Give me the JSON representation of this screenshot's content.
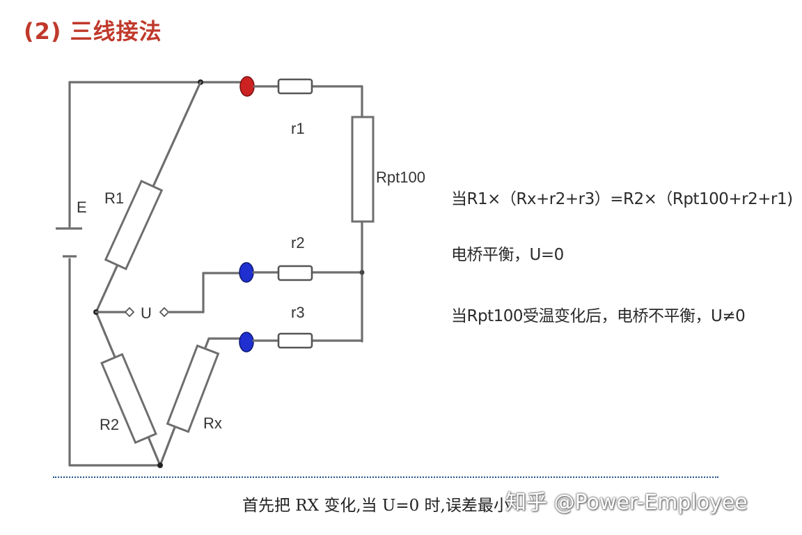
{
  "title": "(2)  三线接法",
  "labels": {
    "e": "E",
    "r1_big": "R1",
    "r2_big": "R2",
    "rx": "Rx",
    "u": "U",
    "r1": "r1",
    "r2": "r2",
    "r3": "r3",
    "rpt": "Rpt100"
  },
  "notes": [
    "当R1×（Rx+r2+r3）=R2×（Rpt100+r2+r1)",
    "电桥平衡，U=0",
    "当Rpt100受温变化后，电桥不平衡，U≠0"
  ],
  "caption": "首先把 RX 变化,当 U=0 时,误差最小",
  "watermark": "知乎 @Power-Employee",
  "colors": {
    "title": "#c0392b",
    "terminal_top": "#cc2222",
    "terminal_mid": "#1f2fd0",
    "terminal_bottom": "#1f2fd0",
    "wire": "#6e6e6e"
  }
}
